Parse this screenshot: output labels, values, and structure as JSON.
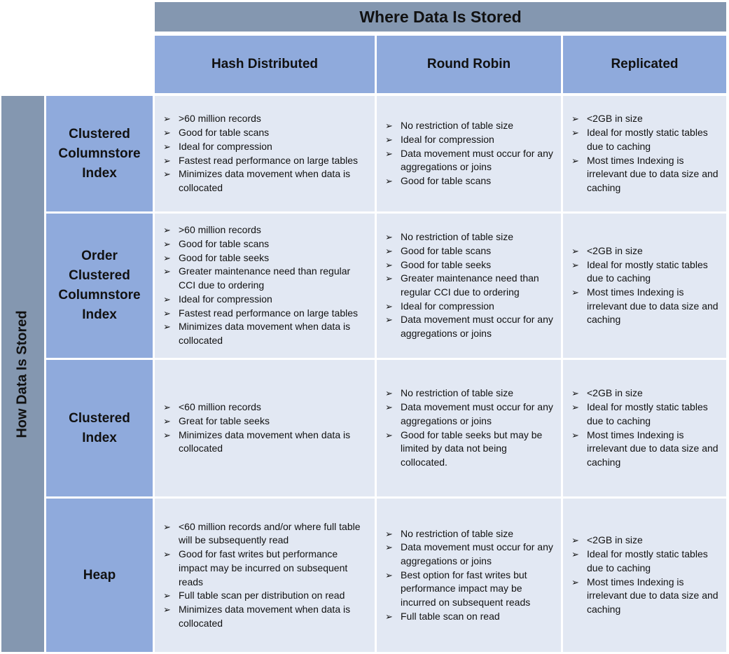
{
  "header": {
    "title": "Where Data Is Stored"
  },
  "side": {
    "title": "How Data Is Stored"
  },
  "columns": [
    {
      "label": "Hash Distributed"
    },
    {
      "label": "Round Robin"
    },
    {
      "label": "Replicated"
    }
  ],
  "bullet_icon": "arrowhead-bullet",
  "rows": [
    {
      "label": "Clustered Columnstore Index",
      "cells": [
        [
          "&gt;60 million records",
          "Good for table scans",
          "Ideal for compression",
          "Fastest read performance on large tables",
          "Minimizes data movement when data is collocated"
        ],
        [
          "No restriction of table size",
          "Ideal for compression",
          "Data movement must occur for any aggregations or joins",
          "Good for table scans"
        ],
        [
          "&lt;2GB in size",
          "Ideal for mostly static tables due to caching",
          "Most times Indexing is irrelevant due to data size and caching"
        ]
      ]
    },
    {
      "label": "Order Clustered Columnstore Index",
      "cells": [
        [
          ">60 million records",
          "Good for table scans",
          "Good for table seeks",
          "Greater maintenance need than regular CCI due to ordering",
          "Ideal for compression",
          "Fastest read performance on large tables",
          "Minimizes data movement when data is collocated"
        ],
        [
          "No restriction of table size",
          "Good for table scans",
          "Good for table seeks",
          "Greater maintenance need than regular CCI due to ordering",
          "Ideal for compression",
          "Data movement must occur for any aggregations or joins"
        ],
        [
          "<2GB in size",
          "Ideal for mostly static tables due to caching",
          "Most times Indexing is irrelevant due to data size and caching"
        ]
      ]
    },
    {
      "label": "Clustered Index",
      "cells": [
        [
          "<60 million records",
          "Great for table seeks",
          "Minimizes data movement when data is collocated"
        ],
        [
          "No restriction of table size",
          "Data movement must occur for any aggregations or joins",
          "Good for table seeks but may be limited by data not being collocated."
        ],
        [
          "<2GB in size",
          "Ideal for mostly static tables due to caching",
          "Most times Indexing is irrelevant due to data size and caching"
        ]
      ]
    },
    {
      "label": "Heap",
      "cells": [
        [
          "<60 million records and/or where full table will be subsequently read",
          "Good for fast writes but performance impact may be incurred on subsequent reads",
          "Full table scan per distribution on read",
          "Minimizes data movement when data is collocated"
        ],
        [
          "No restriction of table size",
          "Data movement must occur for any aggregations or joins",
          "Best option for fast writes but performance impact may be incurred on subsequent reads",
          "Full table scan on read"
        ],
        [
          "<2GB in size",
          "Ideal for mostly static tables due to caching",
          "Most times Indexing is irrelevant due to data size and caching"
        ]
      ]
    }
  ],
  "colors": {
    "header_dark": "#8497b0",
    "header_blue": "#8faadc",
    "cell_bg": "#e2e8f3"
  }
}
